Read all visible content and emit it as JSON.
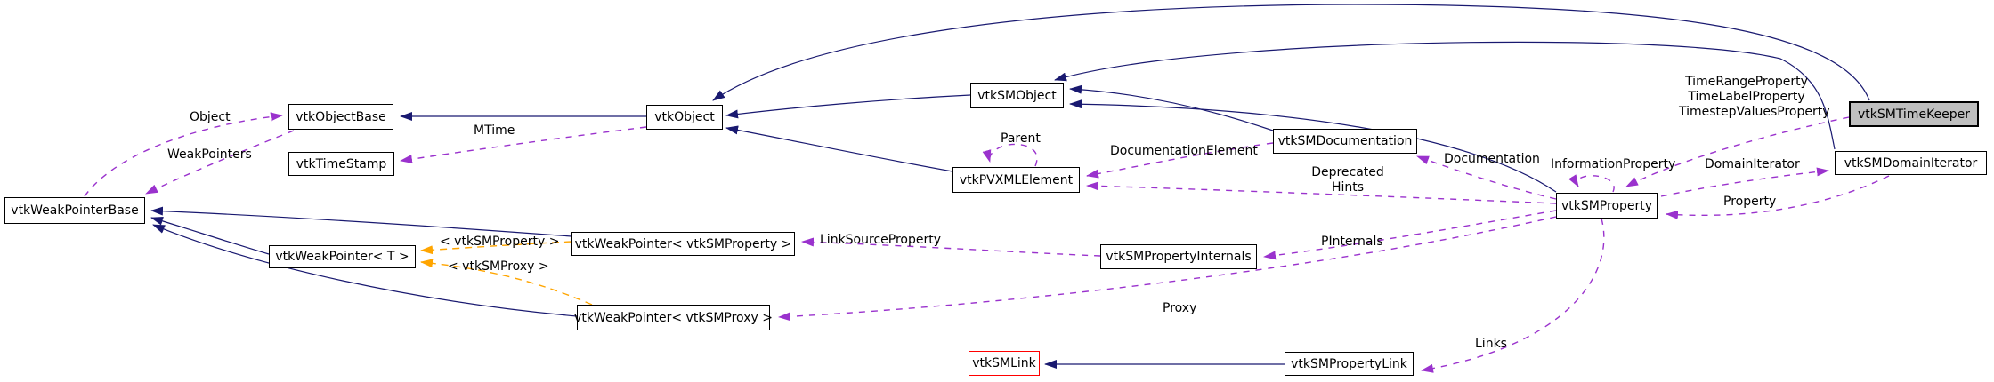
{
  "diagram": {
    "type": "doxygen-collaboration-graph",
    "highlighted_node": "vtkSMTimeKeeper",
    "colors": {
      "background": "#ffffff",
      "inheritance_edge": "#191970",
      "usage_edge": "#9a32cd",
      "template_edge": "#ffa500",
      "node_border": "#000000",
      "node_fill": "#ffffff",
      "highlight_fill": "#bfbfbf",
      "external_node_border": "#ff0000",
      "label_text": "#000000"
    },
    "nodes": {
      "weak_pointer_base": {
        "label": "vtkWeakPointerBase"
      },
      "object_base": {
        "label": "vtkObjectBase"
      },
      "time_stamp": {
        "label": "vtkTimeStamp"
      },
      "weak_pointer_t": {
        "label": "vtkWeakPointer< T >"
      },
      "object": {
        "label": "vtkObject"
      },
      "weak_pointer_property": {
        "label": "vtkWeakPointer< vtkSMProperty >"
      },
      "weak_pointer_proxy": {
        "label": "vtkWeakPointer< vtkSMProxy >"
      },
      "sm_object": {
        "label": "vtkSMObject"
      },
      "pvxml_element": {
        "label": "vtkPVXMLElement"
      },
      "sm_documentation": {
        "label": "vtkSMDocumentation"
      },
      "sm_property_internals": {
        "label": "vtkSMPropertyInternals"
      },
      "sm_link": {
        "label": "vtkSMLink"
      },
      "sm_property_link": {
        "label": "vtkSMPropertyLink"
      },
      "sm_property": {
        "label": "vtkSMProperty"
      },
      "sm_time_keeper": {
        "label": "vtkSMTimeKeeper"
      },
      "sm_domain_iterator": {
        "label": "vtkSMDomainIterator"
      }
    },
    "edge_labels": {
      "object": {
        "text": "Object"
      },
      "weak_pointers": {
        "text": "WeakPointers"
      },
      "mtime": {
        "text": "MTime"
      },
      "parent": {
        "text": "Parent"
      },
      "documentation_element": {
        "text": "DocumentationElement"
      },
      "documentation": {
        "text": "Documentation"
      },
      "deprecated_hints": {
        "lines": [
          "Deprecated",
          "Hints"
        ]
      },
      "information_property": {
        "text": "InformationProperty"
      },
      "time_keeper_members": {
        "lines": [
          "TimeRangeProperty",
          "TimeLabelProperty",
          "TimestepValuesProperty"
        ]
      },
      "domain_iterator": {
        "text": "DomainIterator"
      },
      "property": {
        "text": "Property"
      },
      "tmpl_sm_property": {
        "text": "< vtkSMProperty >"
      },
      "tmpl_sm_proxy": {
        "text": "< vtkSMProxy >"
      },
      "link_source_property": {
        "text": "LinkSourceProperty"
      },
      "p_internals": {
        "text": "PInternals"
      },
      "proxy": {
        "text": "Proxy"
      },
      "links": {
        "text": "Links"
      }
    }
  }
}
